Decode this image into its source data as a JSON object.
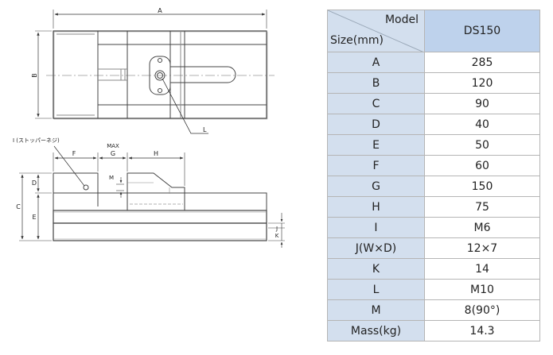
{
  "drawing": {
    "dims": {
      "A": "A",
      "B": "B",
      "C": "C",
      "D": "D",
      "E": "E",
      "F": "F",
      "G": "G",
      "H": "H",
      "J": "J",
      "K": "K",
      "L": "L",
      "M": "M",
      "max": "MAX",
      "stopper": "I (ストッパーネジ)"
    }
  },
  "table": {
    "header_model": "Model",
    "header_size": "Size(mm)",
    "model_name": "DS150",
    "rows": [
      {
        "label": "A",
        "value": "285"
      },
      {
        "label": "B",
        "value": "120"
      },
      {
        "label": "C",
        "value": "90"
      },
      {
        "label": "D",
        "value": "40"
      },
      {
        "label": "E",
        "value": "50"
      },
      {
        "label": "F",
        "value": "60"
      },
      {
        "label": "G",
        "value": "150"
      },
      {
        "label": "H",
        "value": "75"
      },
      {
        "label": "I",
        "value": "M6"
      },
      {
        "label": "J(W×D)",
        "value": "12×7"
      },
      {
        "label": "K",
        "value": "14"
      },
      {
        "label": "L",
        "value": "M10"
      },
      {
        "label": "M",
        "value": "8(90°)"
      },
      {
        "label": "Mass(kg)",
        "value": "14.3"
      }
    ]
  },
  "colors": {
    "label_bg": "#d3dfee",
    "header_bg": "#bed2ec",
    "border": "#b5b5b5"
  }
}
